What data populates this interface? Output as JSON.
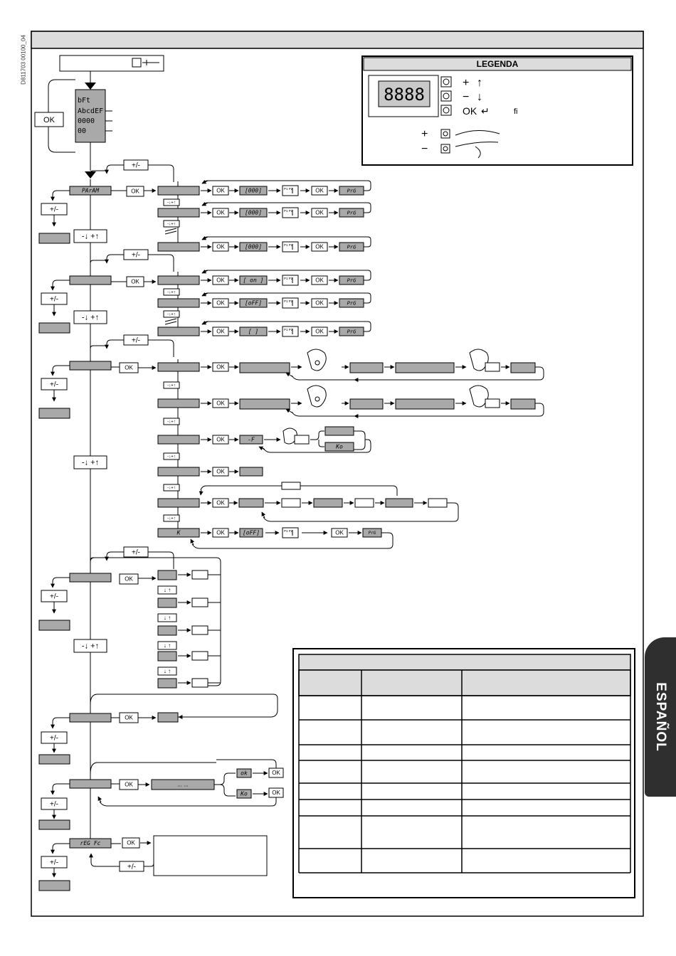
{
  "doc_code": "D811703 00100_04",
  "language_tab": "ESPAÑOL",
  "legend": {
    "title": "LEGENDA",
    "display_digits": "8888",
    "plus": "+",
    "minus": "−",
    "ok": "OK",
    "fi": "fi",
    "plus_arrow": "↑",
    "minus_arrow": "↓",
    "ok_arrow": "↵"
  },
  "start_display": [
    "bFt",
    "AbcdEF",
    "0000",
    "00"
  ],
  "labels": {
    "ok": "OK",
    "plus_minus": "+/-",
    "nav": "-↓ +↑",
    "nav_small": "↓ ↑",
    "nav_tiny": "-↓+↑",
    "p1p2": "P1 P2",
    "prg": "PrG",
    "val_000": "[000]",
    "val_on": "[ on ]",
    "val_off": "[oFF]",
    "val_blank": "[   ]",
    "param": "PArAM",
    "minus_f": "-F",
    "ok_small": "ok",
    "ko": "Ko",
    "k": "K",
    "dots": "... ...",
    "reg": "rEG Fc"
  },
  "colors": {
    "box_fill": "#a9a9a9",
    "line": "#000000",
    "header_fill": "#dcdcdc",
    "tab": "#2f2f2f"
  }
}
